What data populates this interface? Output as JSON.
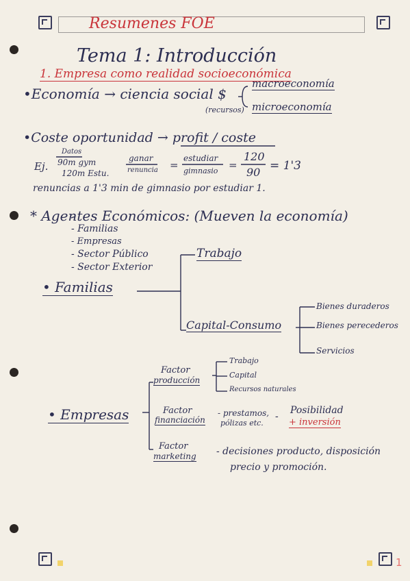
{
  "header": {
    "title": "Resumenes FOE"
  },
  "heading": {
    "title": "Tema 1: Introducción",
    "subtitle": "1. Empresa como realidad socioeconómica"
  },
  "economia": {
    "text": "•Economía → ciencia social $",
    "note": "(recursos)",
    "macro": "macroeconomía",
    "micro": "microeconomía"
  },
  "coste": {
    "title": "•Coste oportunidad → profit / coste",
    "datos": "Datos",
    "ej": "Ej.",
    "gym": "90m gym",
    "estu": "120m Estu.",
    "ganar": "ganar",
    "renuncia": "renuncia",
    "eq1": "=",
    "estudiar": "estudiar",
    "gimnasio": "gimnasio",
    "eq2": "=",
    "num": "120",
    "den": "90",
    "result": "= 1'3",
    "conclusion": "renuncias a 1'3 min de gimnasio por estudiar 1."
  },
  "agentes": {
    "title": "* Agentes Económicos: (Mueven la economía)",
    "list": [
      "- Familias",
      "- Empresas",
      "- Sector Público",
      "- Sector Exterior"
    ]
  },
  "familias": {
    "label": "• Familias",
    "trabajo": "Trabajo",
    "capital": "Capital-Consumo",
    "bienes": [
      "Bienes duraderos",
      "Bienes perecederos",
      "Servicios"
    ]
  },
  "empresas": {
    "label": "• Empresas",
    "produccion_1": "Factor",
    "produccion_2": "producción",
    "prod_items": [
      "Trabajo",
      "Capital",
      "Recursos naturales"
    ],
    "fin_1": "Factor",
    "fin_2": "financiación",
    "fin_items_1": "- prestamos,",
    "fin_items_2": "pólizas etc.",
    "dash": "-",
    "posib_1": "Posibilidad",
    "posib_2": "+ inversión",
    "mkt_1": "Factor",
    "mkt_2": "marketing",
    "mkt_text_1": "- decisiones producto, disposición",
    "mkt_text_2": "precio y promoción."
  },
  "footer": {
    "page_number": "1"
  }
}
